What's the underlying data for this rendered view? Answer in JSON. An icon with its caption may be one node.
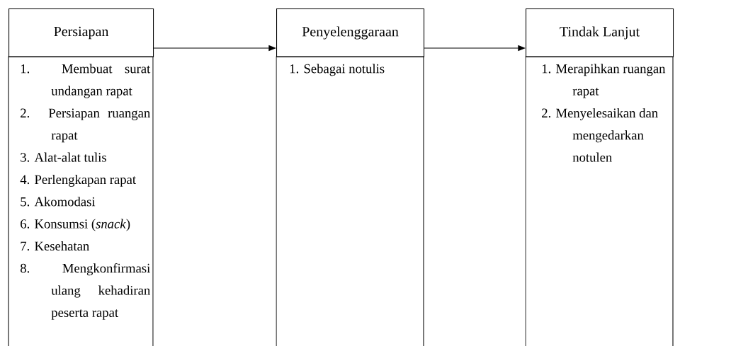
{
  "diagram": {
    "nodes": [
      {
        "text": [
          "Persiapan"
        ]
      },
      {
        "text": [
          "1. Membuat surat undangan rapat",
          "2. Persiapan ruangan rapat",
          "3. Alat-alat tulis",
          "4. Perlengkapan rapat",
          "5. Akomodasi",
          "6. Konsumsi (*snack*)",
          "7. Kesehatan",
          "8. Mengkonfirmasi ulang kehadiran peserta rapat"
        ]
      },
      {
        "text": [
          "Penyelenggaraan"
        ]
      },
      {
        "text": [
          "1. Sebagai notulis"
        ]
      },
      {
        "text": [
          "Tindak Lanjut"
        ]
      },
      {
        "text": [
          "1. Merapihkan ruangan rapat",
          "2. Menyelesaikan dan mengedarkan notulen"
        ]
      }
    ],
    "edges": [
      {
        "from": 0,
        "to": 2,
        "arrow": "to"
      },
      {
        "from": 2,
        "to": 4,
        "arrow": "to"
      }
    ]
  }
}
